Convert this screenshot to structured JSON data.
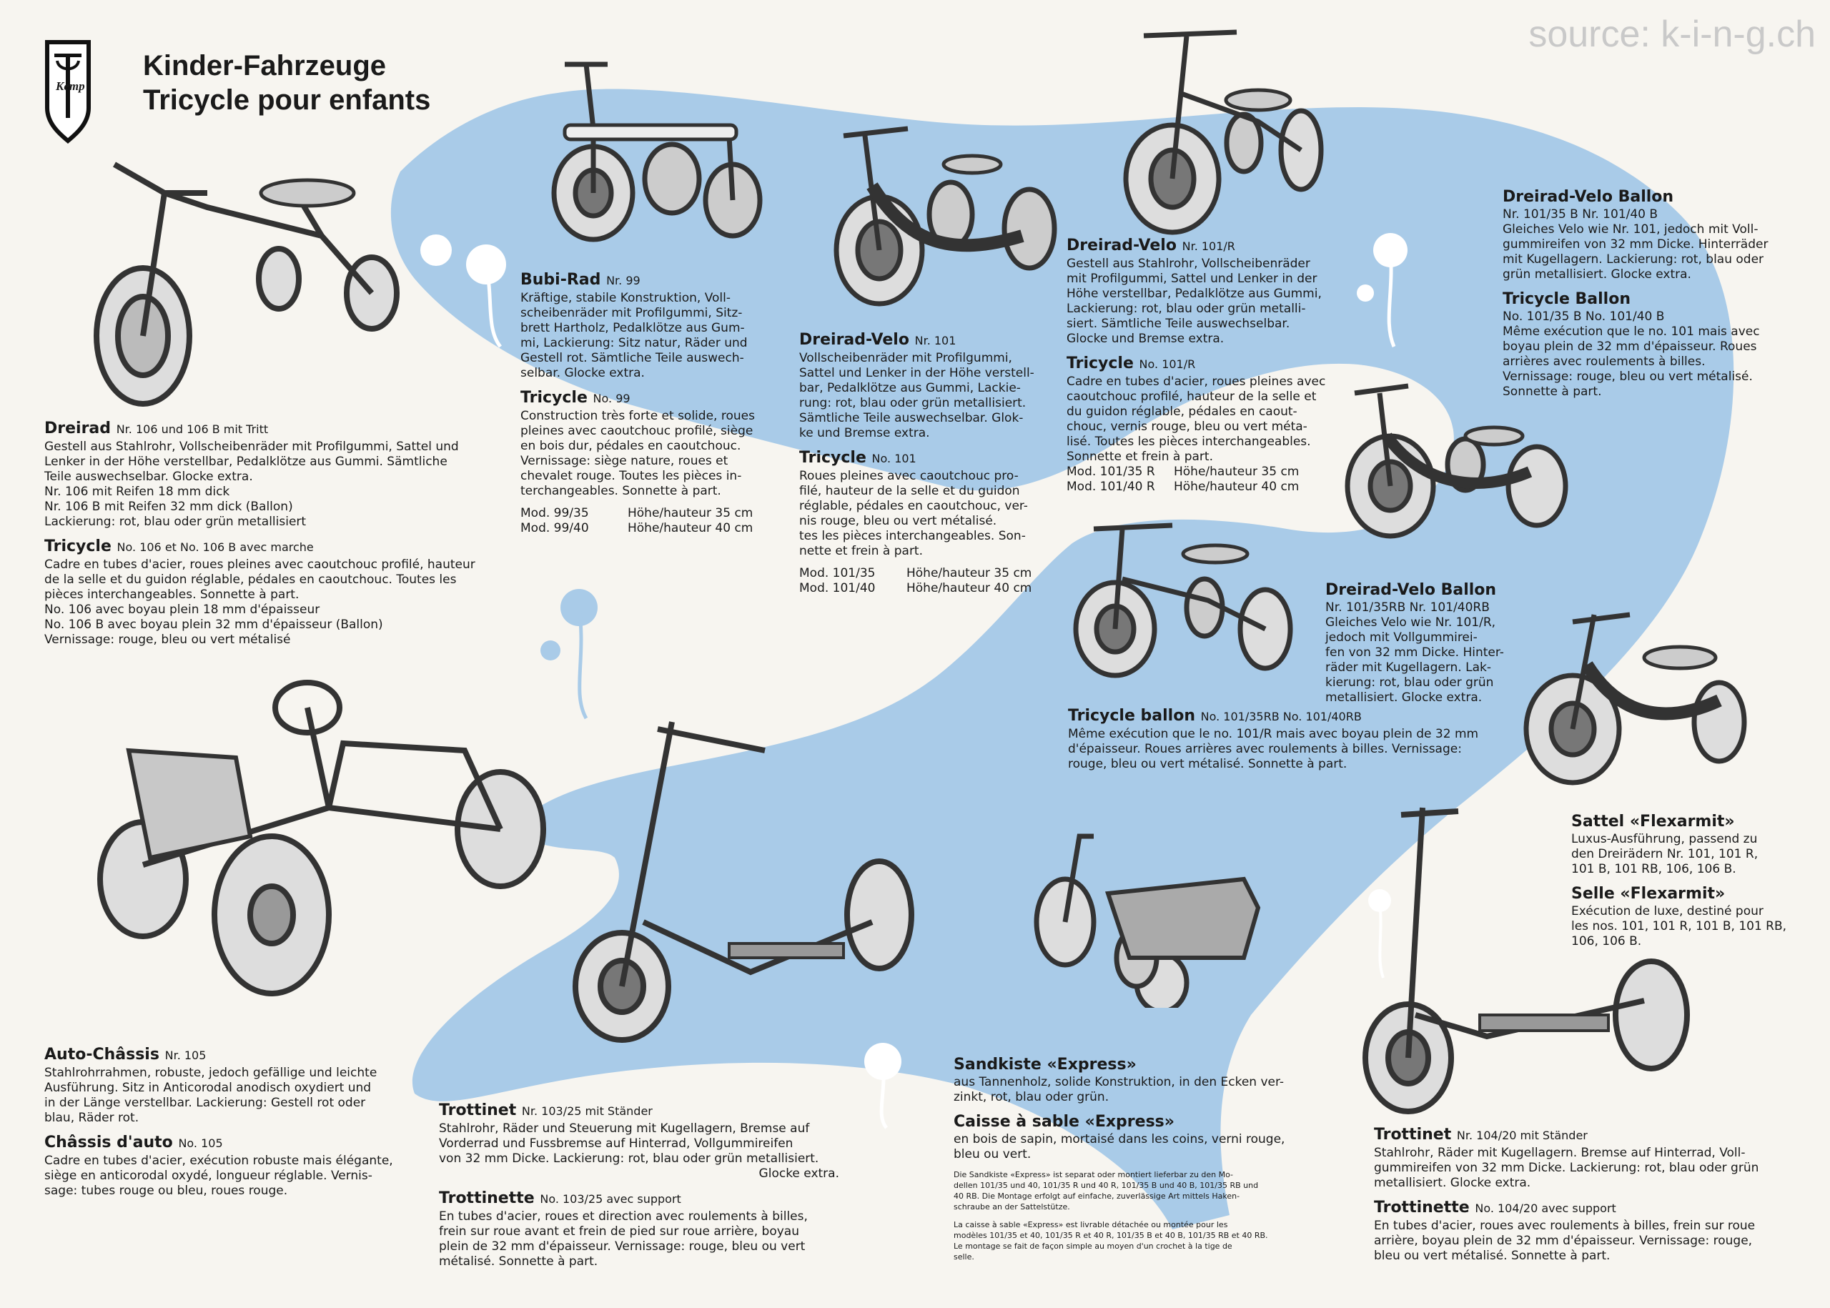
{
  "source": "source: k-i-n-g.ch",
  "logo_text": "Kemp",
  "title": [
    "Kinder-Fahrzeuge",
    "Tricycle pour enfants"
  ],
  "colors": {
    "blob": "#a9cbe8",
    "paper": "#f7f5f0",
    "ink": "#1a1a1a"
  },
  "dreirad": {
    "h1": "Dreirad",
    "h1_nr": "Nr. 106 und 106 B mit Tritt",
    "de": [
      "Gestell aus Stahlrohr, Vollscheibenräder mit Profilgummi, Sattel und",
      "Lenker in der Höhe verstellbar, Pedalklötze aus Gummi. Sämtliche",
      "Teile auswechselbar. Glocke extra.",
      "Nr. 106     mit Reifen 18 mm dick",
      "Nr. 106 B mit Reifen 32 mm dick (Ballon)",
      "Lackierung: rot, blau oder grün metallisiert"
    ],
    "h2": "Tricycle",
    "h2_nr": "No. 106 et No. 106 B avec marche",
    "fr": [
      "Cadre en tubes d'acier, roues pleines avec caoutchouc profilé, hauteur",
      "de la selle et du guidon réglable, pédales en caoutchouc. Toutes les",
      "pièces interchangeables. Sonnette à part.",
      "No. 106     avec boyau plein 18 mm d'épaisseur",
      "No. 106 B avec boyau plein 32 mm d'épaisseur (Ballon)",
      "Vernissage: rouge, bleu ou vert métalisé"
    ]
  },
  "bubi": {
    "h1": "Bubi-Rad",
    "h1_nr": "Nr. 99",
    "de": [
      "Kräftige, stabile Konstruktion, Voll-",
      "scheibenräder mit Profilgummi, Sitz-",
      "brett Hartholz, Pedalklötze aus Gum-",
      "mi, Lackierung: Sitz natur, Räder und",
      "Gestell rot. Sämtliche Teile auswech-",
      "selbar. Glocke extra."
    ],
    "h2": "Tricycle",
    "h2_nr": "No. 99",
    "fr": [
      "Construction très forte et solide, roues",
      "pleines avec caoutchouc profilé, siège",
      "en bois dur, pédales en caoutchouc.",
      "Vernissage: siège nature, roues et",
      "chevalet rouge. Toutes les pièces in-",
      "terchangeables. Sonnette à part."
    ],
    "mod": [
      [
        "Mod. 99/35",
        "Höhe/hauteur 35 cm"
      ],
      [
        "Mod. 99/40",
        "Höhe/hauteur 40 cm"
      ]
    ]
  },
  "velo101": {
    "h1": "Dreirad-Velo",
    "h1_nr": "Nr. 101",
    "de": [
      "Vollscheibenräder mit Profilgummi,",
      "Sattel und Lenker in der Höhe verstell-",
      "bar, Pedalklötze aus Gummi, Lackie-",
      "rung: rot, blau oder grün metallisiert.",
      "Sämtliche Teile auswechselbar. Glok-",
      "ke und Bremse extra."
    ],
    "h2": "Tricycle",
    "h2_nr": "No. 101",
    "fr": [
      "Roues pleines avec caoutchouc pro-",
      "filé, hauteur de la selle et du guidon",
      "réglable, pédales en caoutchouc, ver-",
      "nis rouge, bleu ou vert métalisé.",
      "tes les pièces interchangeables. Son-",
      "nette et frein à part."
    ],
    "mod": [
      [
        "Mod. 101/35",
        "Höhe/hauteur 35 cm"
      ],
      [
        "Mod. 101/40",
        "Höhe/hauteur 40 cm"
      ]
    ]
  },
  "velo101r": {
    "h1": "Dreirad-Velo",
    "h1_nr": "Nr. 101/R",
    "de": [
      "Gestell aus Stahlrohr, Vollscheibenräder",
      "mit Profilgummi, Sattel und Lenker in der",
      "Höhe verstellbar, Pedalklötze aus Gummi,",
      "Lackierung: rot, blau oder grün metalli-",
      "siert. Sämtliche Teile auswechselbar.",
      "Glocke und Bremse extra."
    ],
    "h2": "Tricycle",
    "h2_nr": "No. 101/R",
    "fr": [
      "Cadre en tubes d'acier, roues pleines avec",
      "caoutchouc profilé, hauteur de la selle et",
      "du guidon réglable, pédales en caout-",
      "chouc, vernis rouge, bleu ou vert méta-",
      "lisé. Toutes les pièces interchangeables.",
      "Sonnette et frein à part."
    ],
    "mod": [
      [
        "Mod. 101/35 R",
        "Höhe/hauteur 35 cm"
      ],
      [
        "Mod. 101/40 R",
        "Höhe/hauteur 40 cm"
      ]
    ]
  },
  "ballon": {
    "h1": "Dreirad-Velo Ballon",
    "nr": "Nr. 101/35 B   Nr. 101/40 B",
    "de": [
      "Gleiches Velo wie Nr. 101, jedoch mit Voll-",
      "gummireifen von 32 mm Dicke. Hinterräder",
      "mit Kugellagern. Lackierung: rot, blau oder",
      "grün metallisiert. Glocke extra."
    ],
    "h2": "Tricycle Ballon",
    "nr2": "No. 101/35 B   No. 101/40 B",
    "fr": [
      "Même exécution que le no. 101 mais avec",
      "boyau plein de 32 mm d'épaisseur. Roues",
      "arrières avec roulements à billes.",
      "Vernissage: rouge, bleu ou vert métalisé.",
      "Sonnette à part."
    ]
  },
  "ballonrb": {
    "h1": "Dreirad-Velo Ballon",
    "nr": "Nr. 101/35RB  Nr. 101/40RB",
    "de": [
      "Gleiches Velo wie Nr. 101/R,",
      "jedoch mit Vollgummirei-",
      "fen von 32 mm Dicke. Hinter-",
      "räder mit Kugellagern. Lak-",
      "kierung: rot, blau oder grün",
      "metallisiert. Glocke extra."
    ]
  },
  "tricyballon": {
    "h1": "Tricycle ballon",
    "h1_nr": "No. 101/35RB   No. 101/40RB",
    "fr": [
      "Même exécution que le no. 101/R mais avec boyau plein de 32 mm",
      "d'épaisseur. Roues arrières avec roulements à billes. Vernissage:",
      "rouge, bleu ou vert métalisé. Sonnette à part."
    ]
  },
  "sattel": {
    "h1": "Sattel «Flexarmit»",
    "de": [
      "Luxus-Ausführung, passend zu",
      "den Dreirädern Nr. 101, 101 R,",
      "101 B, 101 RB, 106, 106 B."
    ],
    "h2": "Selle «Flexarmit»",
    "fr": [
      "Exécution de luxe, destiné pour",
      "les nos. 101, 101 R, 101 B, 101 RB,",
      "106, 106 B."
    ]
  },
  "auto": {
    "h1": "Auto-Châssis",
    "h1_nr": "Nr. 105",
    "de": [
      "Stahlrohrrahmen, robuste, jedoch gefällige und leichte",
      "Ausführung. Sitz in Anticorodal anodisch oxydiert und",
      "in der Länge verstellbar. Lackierung: Gestell rot oder",
      "blau, Räder rot."
    ],
    "h2": "Châssis d'auto",
    "h2_nr": "No. 105",
    "fr": [
      "Cadre en tubes d'acier, exécution robuste mais élégante,",
      "siège en anticorodal oxydé, longueur réglable. Vernis-",
      "sage: tubes rouge ou bleu, roues rouge."
    ]
  },
  "trott103": {
    "h1": "Trottinet",
    "h1_nr": "Nr. 103/25 mit Ständer",
    "de": [
      "Stahlrohr, Räder und Steuerung mit Kugellagern, Bremse auf",
      "Vorderrad und Fussbremse auf Hinterrad, Vollgummireifen",
      "von 32 mm Dicke. Lackierung: rot, blau oder grün metallisiert.",
      "Glocke extra."
    ],
    "h2": "Trottinette",
    "h2_nr": "No. 103/25 avec support",
    "fr": [
      "En tubes d'acier, roues et direction avec roulements à billes,",
      "frein sur roue avant et frein de pied sur roue arrière, boyau",
      "plein de 32 mm d'épaisseur. Vernissage: rouge, bleu ou vert",
      "métalisé. Sonnette à part."
    ]
  },
  "sandkiste": {
    "h1": "Sandkiste «Express»",
    "de": [
      "aus Tannenholz, solide Konstruktion, in den Ecken ver-",
      "zinkt, rot, blau oder grün."
    ],
    "h2": "Caisse à sable «Express»",
    "fr": [
      "en bois de sapin, mortaisé dans les coins, verni rouge,",
      "bleu ou vert."
    ],
    "note_de": [
      "Die Sandkiste «Express» ist separat oder montiert lieferbar zu den Mo-",
      "dellen 101/35 und 40, 101/35 R und 40 R, 101/35 B und 40 B, 101/35 RB und",
      "40 RB. Die Montage erfolgt auf einfache, zuverlässige Art mittels Haken-",
      "schraube an der Sattelstütze."
    ],
    "note_fr": [
      "La caisse à sable «Express» est livrable détachée ou montée pour les",
      "modèles 101/35 et 40, 101/35 R et 40 R, 101/35 B et 40 B, 101/35 RB et 40 RB.",
      "Le montage se fait de façon simple au moyen d'un crochet à la tige de",
      "selle."
    ]
  },
  "trott104": {
    "h1": "Trottinet",
    "h1_nr": "Nr. 104/20 mit Ständer",
    "de": [
      "Stahlrohr, Räder mit Kugellagern. Bremse auf Hinterrad, Voll-",
      "gummireifen von 32 mm Dicke. Lackierung: rot, blau oder grün",
      "metallisiert. Glocke extra."
    ],
    "h2": "Trottinette",
    "h2_nr": "No. 104/20 avec support",
    "fr": [
      "En tubes d'acier, roues avec roulements à billes, frein sur roue",
      "arrière, boyau plein de 32 mm d'épaisseur. Vernissage: rouge,",
      "bleu ou vert métalisé. Sonnette à part."
    ]
  }
}
